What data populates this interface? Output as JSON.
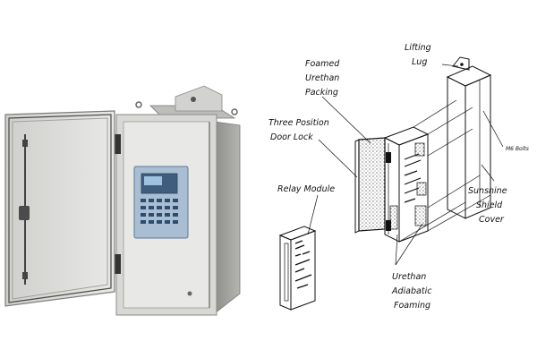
{
  "photo": {
    "panel_color": "#e6e6e6",
    "cabinet_color": "#c9c9c6",
    "display_color": "#7fa6c6"
  },
  "labels": {
    "foamed_packing": [
      "Foamed",
      "Urethan",
      "Packing"
    ],
    "lifting_lug": [
      "Lifting",
      "Lug"
    ],
    "door_lock": [
      "Three Position",
      "Door Lock"
    ],
    "relay_module": "Relay Module",
    "m6_bolts": "M6 Bolts",
    "sunshine_shield": [
      "Sunshine",
      "Shield",
      "Cover"
    ],
    "urethan_foaming": [
      "Urethan",
      "Adiabatic",
      "Foaming"
    ]
  }
}
